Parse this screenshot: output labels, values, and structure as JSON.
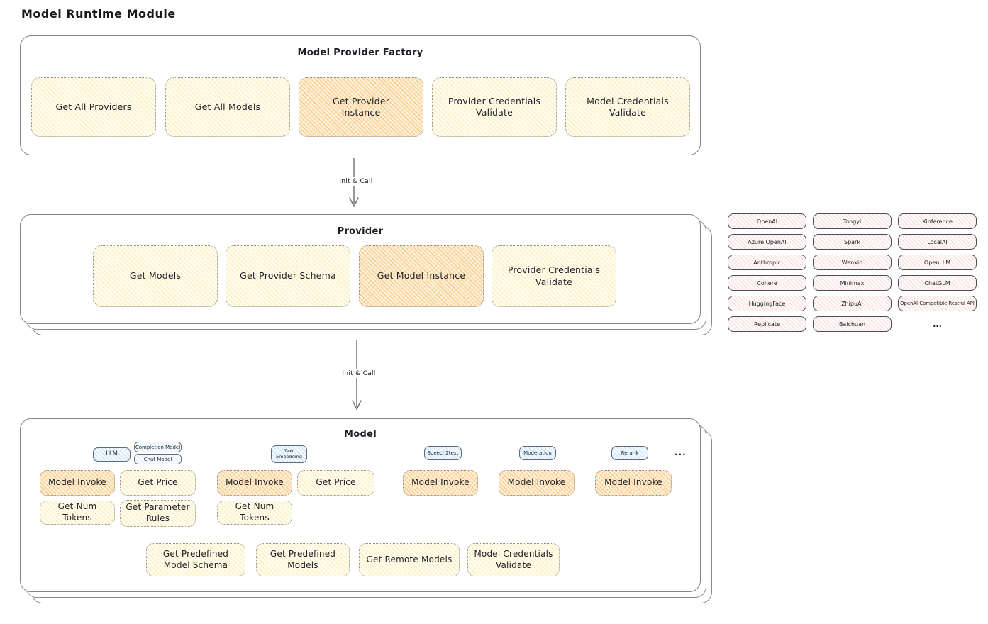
{
  "title": "Model Runtime Module",
  "colors": {
    "method_yellow": "#fff9e0",
    "method_highlight_orange": "#ffe3b3",
    "provider_chip_pink": "#ffecec",
    "type_tag_blue": "#d9ecfc",
    "ink": "#1e1e24",
    "border_gray": "#82828c"
  },
  "factory": {
    "title": "Model Provider Factory",
    "methods": [
      {
        "label": "Get All Providers",
        "highlighted": false
      },
      {
        "label": "Get All Models",
        "highlighted": false
      },
      {
        "label": "Get Provider Instance",
        "highlighted": true
      },
      {
        "label": "Provider Credentials Validate",
        "highlighted": false
      },
      {
        "label": "Model Credentials Validate",
        "highlighted": false
      }
    ]
  },
  "arrows": {
    "factory_to_provider": "Init & Call",
    "provider_to_model": "Init & Call"
  },
  "provider": {
    "title": "Provider",
    "methods": [
      {
        "label": "Get Models",
        "highlighted": false
      },
      {
        "label": "Get Provider Schema",
        "highlighted": false
      },
      {
        "label": "Get Model Instance",
        "highlighted": true
      },
      {
        "label": "Provider Credentials Validate",
        "highlighted": false
      }
    ]
  },
  "provider_list": {
    "items": [
      "OpenAI",
      "Tongyi",
      "Xinference",
      "Azure OpenAI",
      "Spark",
      "LocalAI",
      "Anthropic",
      "Wenxin",
      "OpenLLM",
      "Cohere",
      "Minimax",
      "ChatGLM",
      "HuggingFace",
      "ZhipuAI",
      "OpenAI-Compatible Restful API",
      "Replicate",
      "Baichuan"
    ],
    "more": "..."
  },
  "model": {
    "title": "Model",
    "types": {
      "llm": "LLM",
      "completion": "Completion Model",
      "chat": "Chat Model",
      "text_embedding": "Text Embedding",
      "speech2text": "Speech2text",
      "moderation": "Moderation",
      "rerank": "Rerank",
      "more": "..."
    },
    "methods": {
      "model_invoke": "Model Invoke",
      "get_price": "Get Price",
      "get_num_tokens": "Get Num Tokens",
      "get_parameter_rules": "Get Parameter Rules",
      "get_predefined_model_schema": "Get Predefined Model Schema",
      "get_predefined_models": "Get Predefined Models",
      "get_remote_models": "Get Remote Models",
      "model_credentials_validate": "Model Credentials Validate"
    }
  }
}
